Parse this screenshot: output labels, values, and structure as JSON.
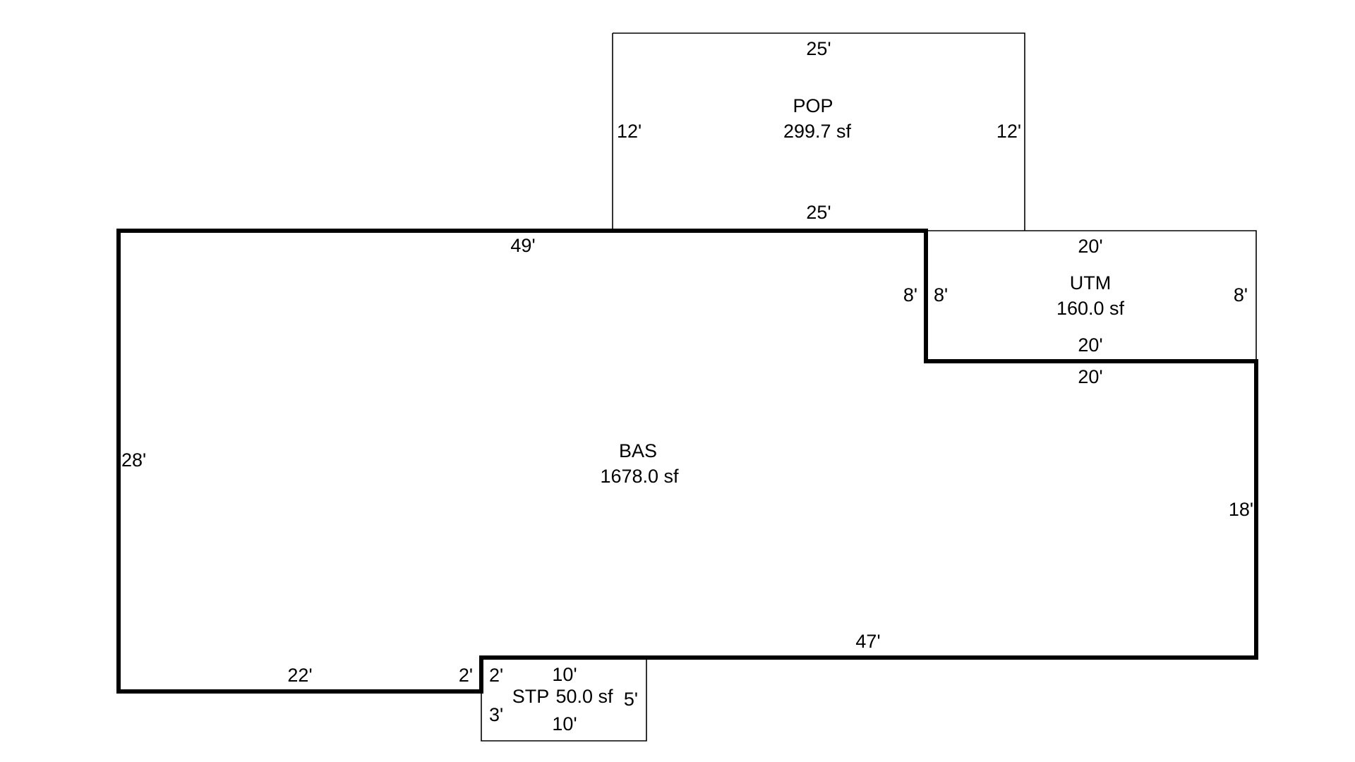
{
  "colors": {
    "ink": "#000000",
    "background": "#ffffff"
  },
  "areas": {
    "pop": {
      "name": "POP",
      "size": "299.7 sf",
      "dims": {
        "top": "25'",
        "bottom": "25'",
        "left": "12'",
        "right": "12'"
      }
    },
    "utm": {
      "name": "UTM",
      "size": "160.0 sf",
      "dims": {
        "top": "20'",
        "bottom": "20'",
        "left": "8'",
        "right": "8'"
      }
    },
    "bas": {
      "name": "BAS",
      "size": "1678.0 sf",
      "dims": {
        "top": "49'",
        "left": "28'",
        "step_top": "20'",
        "right": "18'",
        "bottom_right": "47'",
        "bottom_left": "22'",
        "notch": "2'",
        "step_left": "8'"
      }
    },
    "stp": {
      "name": "STP",
      "size": "50.0 sf",
      "dims": {
        "top": "10'",
        "bottom": "10'",
        "left_upper": "2'",
        "left_lower": "3'",
        "right": "5'"
      }
    }
  }
}
